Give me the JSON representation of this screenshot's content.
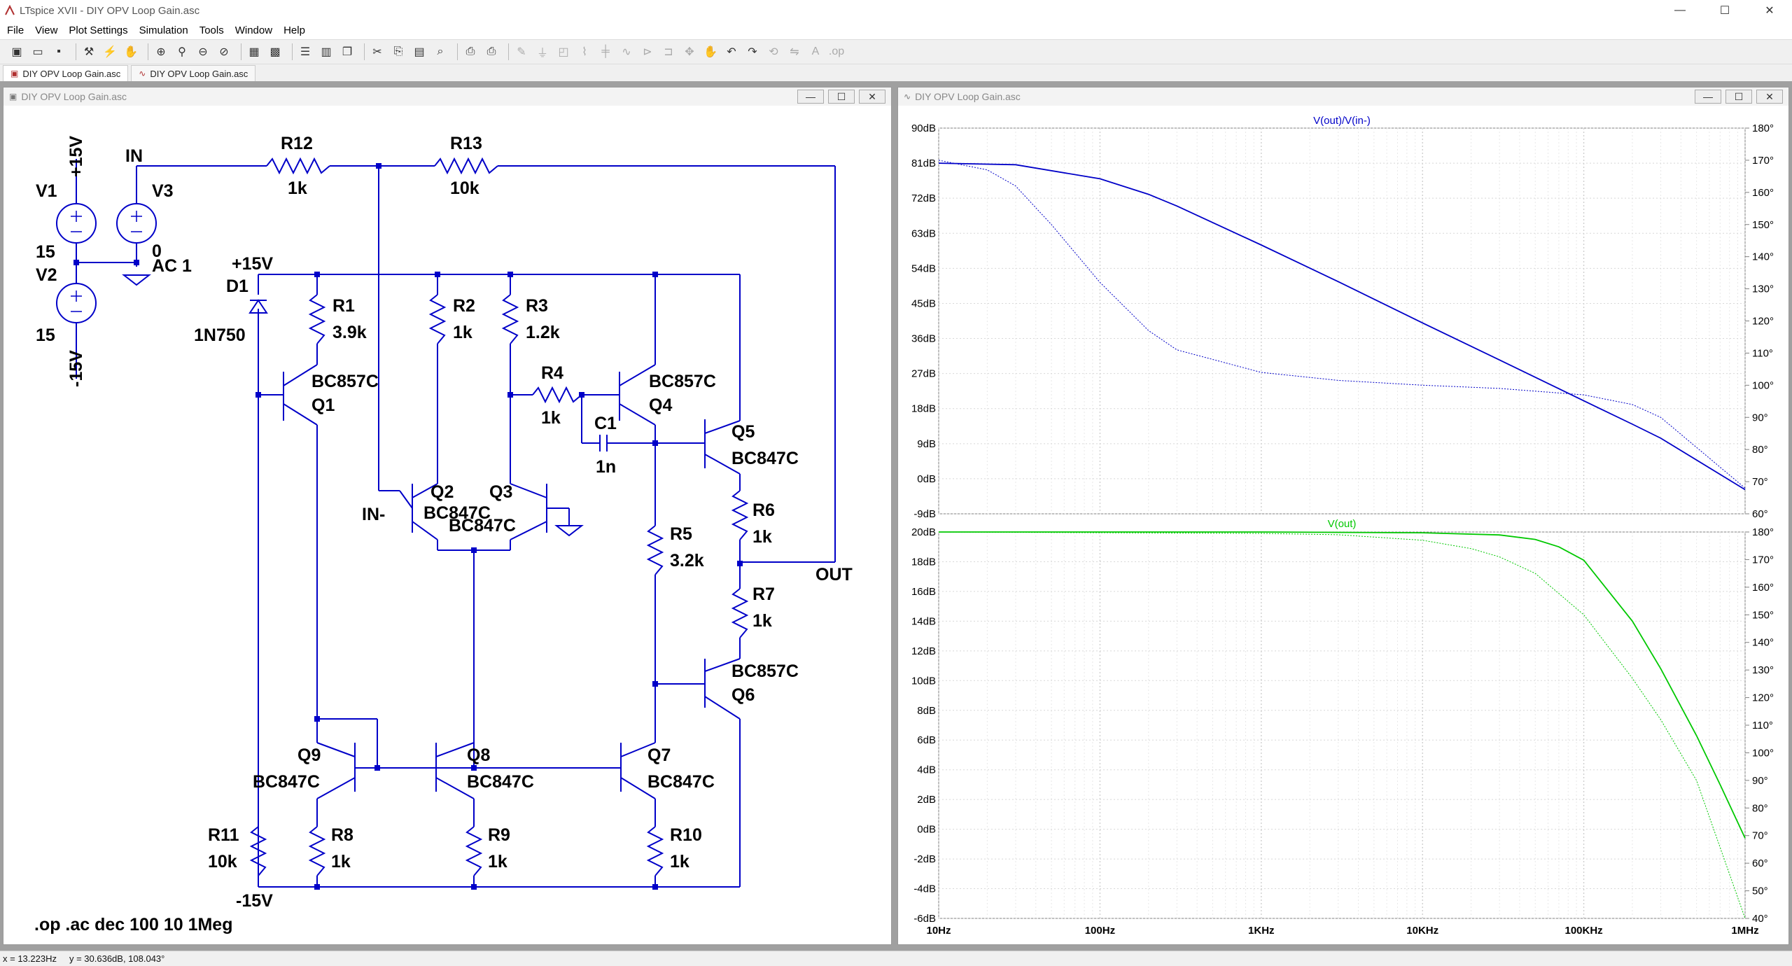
{
  "app": {
    "title": "LTspice XVII - DIY OPV Loop Gain.asc",
    "menu": [
      "File",
      "View",
      "Plot Settings",
      "Simulation",
      "Tools",
      "Window",
      "Help"
    ],
    "tabs": [
      "DIY OPV Loop Gain.asc",
      "DIY OPV Loop Gain.asc"
    ],
    "minimize_glyph": "—",
    "maximize_glyph": "☐",
    "close_glyph": "✕"
  },
  "schematic": {
    "title": "DIY OPV Loop Gain.asc",
    "directive": ".op .ac dec 100 10 1Meg",
    "labels": {
      "v1": "V1",
      "v1_val": "15",
      "v2": "V2",
      "v2_val": "15",
      "v3": "V3",
      "v3_val": "0",
      "v3_ac": "AC 1",
      "p15_top": "+15V",
      "m15_left": "-15V",
      "in": "IN",
      "p15_rail": "+15V",
      "m15_rail": "-15V",
      "r12": "R12",
      "r12_val": "1k",
      "r13": "R13",
      "r13_val": "10k",
      "d1": "D1",
      "d1_val": "1N750",
      "r1": "R1",
      "r1_val": "3.9k",
      "r2": "R2",
      "r2_val": "1k",
      "r3": "R3",
      "r3_val": "1.2k",
      "r4": "R4",
      "r4_val": "1k",
      "c1": "C1",
      "c1_val": "1n",
      "q1": "Q1",
      "q1_val": "BC857C",
      "q4": "Q4",
      "q4_val": "BC857C",
      "q5": "Q5",
      "q5_val": "BC847C",
      "q2": "Q2",
      "q2_val": "BC847C",
      "q3": "Q3",
      "q3_val": "BC847C",
      "in_minus": "IN-",
      "r6": "R6",
      "r6_val": "1k",
      "r5": "R5",
      "r5_val": "3.2k",
      "out": "OUT",
      "r7": "R7",
      "r7_val": "1k",
      "q6": "Q6",
      "q6_val": "BC857C",
      "q9": "Q9",
      "q9_val": "BC847C",
      "q8": "Q8",
      "q8_val": "BC847C",
      "q7": "Q7",
      "q7_val": "BC847C",
      "r11": "R11",
      "r11_val": "10k",
      "r8": "R8",
      "r8_val": "1k",
      "r9": "R9",
      "r9_val": "1k",
      "r10": "R10",
      "r10_val": "1k"
    }
  },
  "plot_window": {
    "title": "DIY OPV Loop Gain.asc"
  },
  "chart_data": [
    {
      "type": "line",
      "title": "V(out)/V(in-)",
      "x_scale": "log",
      "xlim": [
        10,
        1000000
      ],
      "ylim": [
        -9,
        90
      ],
      "y2lim": [
        60,
        180
      ],
      "yticks": [
        "90dB",
        "81dB",
        "72dB",
        "63dB",
        "54dB",
        "45dB",
        "36dB",
        "27dB",
        "18dB",
        "9dB",
        "0dB",
        "-9dB"
      ],
      "y2ticks": [
        "180°",
        "170°",
        "160°",
        "150°",
        "140°",
        "130°",
        "120°",
        "110°",
        "100°",
        "90°",
        "80°",
        "70°",
        "60°"
      ],
      "color": "#0000c8",
      "series": [
        {
          "axis": "magnitude",
          "style": "solid",
          "x": [
            10,
            30,
            100,
            200,
            300,
            1000,
            3000,
            10000,
            30000,
            100000,
            200000,
            300000,
            1000000
          ],
          "y": [
            81,
            80.6,
            77,
            73,
            70,
            60,
            50.6,
            40,
            30.5,
            20,
            14,
            10.4,
            -2.8
          ]
        },
        {
          "axis": "phase",
          "style": "dotted",
          "x": [
            10,
            20,
            30,
            50,
            100,
            200,
            300,
            1000,
            3000,
            10000,
            30000,
            100000,
            200000,
            300000,
            1000000
          ],
          "y": [
            170,
            167,
            162,
            150,
            132,
            117,
            111,
            104,
            101.5,
            100,
            99,
            97,
            94,
            90,
            68
          ]
        }
      ]
    },
    {
      "type": "line",
      "title": "V(out)",
      "x_scale": "log",
      "xlim": [
        10,
        1000000
      ],
      "ylim": [
        -6,
        20
      ],
      "y2lim": [
        40,
        180
      ],
      "yticks": [
        "20dB",
        "18dB",
        "16dB",
        "14dB",
        "12dB",
        "10dB",
        "8dB",
        "6dB",
        "4dB",
        "2dB",
        "0dB",
        "-2dB",
        "-4dB",
        "-6dB"
      ],
      "y2ticks": [
        "180°",
        "170°",
        "160°",
        "150°",
        "140°",
        "130°",
        "120°",
        "110°",
        "100°",
        "90°",
        "80°",
        "70°",
        "60°",
        "50°",
        "40°"
      ],
      "xticks": [
        "10Hz",
        "100Hz",
        "1KHz",
        "10KHz",
        "100KHz",
        "1MHz"
      ],
      "color": "#00c800",
      "series": [
        {
          "axis": "magnitude",
          "style": "solid",
          "x": [
            10,
            1000,
            10000,
            30000,
            50000,
            70000,
            100000,
            200000,
            300000,
            500000,
            700000,
            1000000
          ],
          "y": [
            20,
            20,
            19.95,
            19.8,
            19.5,
            19,
            18.1,
            14,
            10.8,
            6.3,
            3,
            -0.6
          ]
        },
        {
          "axis": "phase",
          "style": "dotted",
          "x": [
            10,
            1000,
            3000,
            10000,
            20000,
            30000,
            50000,
            100000,
            200000,
            300000,
            500000,
            1000000
          ],
          "y": [
            180,
            179.5,
            179,
            177,
            174,
            171,
            165,
            150,
            127,
            112,
            90,
            40
          ]
        }
      ]
    }
  ],
  "status": {
    "x": "x = 13.223Hz",
    "y": "y = 30.636dB, 108.043°"
  }
}
